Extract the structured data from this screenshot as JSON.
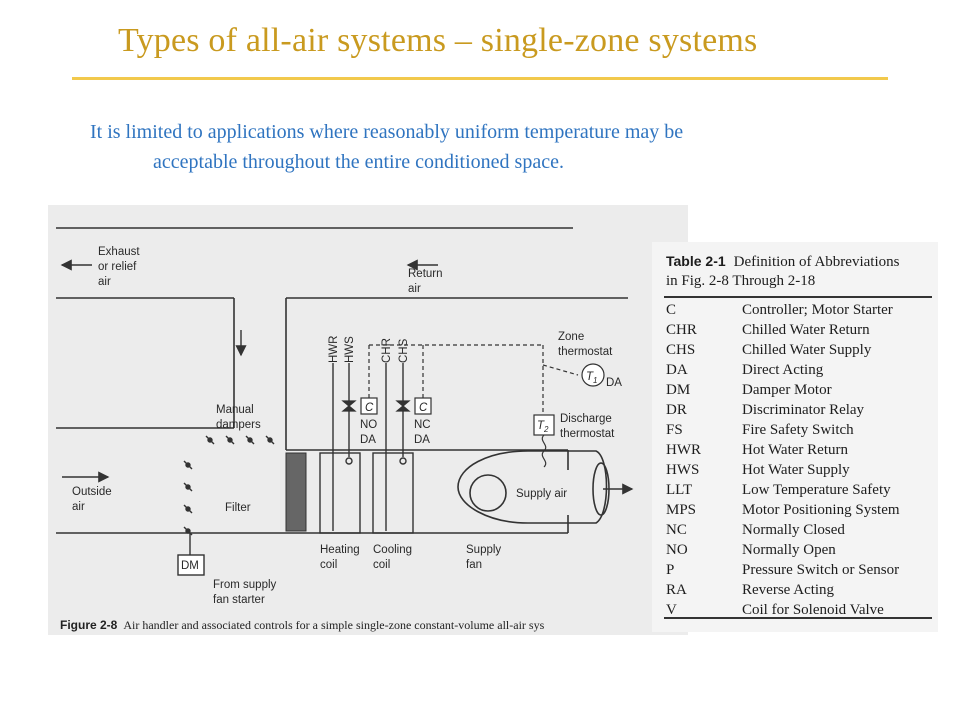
{
  "slide": {
    "title": "Types of all-air systems – single-zone systems",
    "intro_line1": "It is limited to applications where reasonably uniform temperature may be",
    "intro_line2": "acceptable throughout the entire conditioned space."
  },
  "figure": {
    "labels": {
      "exhaust": "Exhaust",
      "or_relief": "or relief",
      "air_exhaust": "air",
      "return": "Return",
      "air_return": "air",
      "manual": "Manual",
      "dampers": "dampers",
      "outside": "Outside",
      "air_outside": "air",
      "filter": "Filter",
      "hwr": "HWR",
      "hws": "HWS",
      "chr": "CHR",
      "chs": "CHS",
      "c1": "C",
      "c2": "C",
      "no": "NO",
      "da1": "DA",
      "nc": "NC",
      "da2": "DA",
      "zone": "Zone",
      "thermostat1": "thermostat",
      "t1": "T",
      "t1_sub": "1",
      "da_t1": "DA",
      "t2": "T",
      "t2_sub": "2",
      "discharge": "Discharge",
      "thermostat2": "thermostat",
      "supply_air": "Supply air",
      "heating": "Heating",
      "coil1": "coil",
      "cooling": "Cooling",
      "coil2": "coil",
      "supply": "Supply",
      "fan": "fan",
      "dm": "DM",
      "from_supply": "From supply",
      "fan_starter": "fan starter"
    },
    "caption_num": "Figure 2-8",
    "caption_text": "Air handler and associated controls for a simple single-zone constant-volume all-air sys"
  },
  "table": {
    "number": "Table 2-1",
    "title": "Definition of Abbreviations",
    "title_cont": "in Fig. 2-8 Through 2-18",
    "rows": [
      {
        "abbr": "C",
        "def": "Controller; Motor Starter"
      },
      {
        "abbr": "CHR",
        "def": "Chilled Water Return"
      },
      {
        "abbr": "CHS",
        "def": "Chilled Water Supply"
      },
      {
        "abbr": "DA",
        "def": "Direct Acting"
      },
      {
        "abbr": "DM",
        "def": "Damper Motor"
      },
      {
        "abbr": "DR",
        "def": "Discriminator Relay"
      },
      {
        "abbr": "FS",
        "def": "Fire Safety Switch"
      },
      {
        "abbr": "HWR",
        "def": "Hot Water Return"
      },
      {
        "abbr": "HWS",
        "def": "Hot Water Supply"
      },
      {
        "abbr": "LLT",
        "def": "Low Temperature Safety"
      },
      {
        "abbr": "MPS",
        "def": "Motor Positioning System"
      },
      {
        "abbr": "NC",
        "def": "Normally Closed"
      },
      {
        "abbr": "NO",
        "def": "Normally Open"
      },
      {
        "abbr": "P",
        "def": "Pressure Switch or Sensor"
      },
      {
        "abbr": "RA",
        "def": "Reverse Acting"
      },
      {
        "abbr": "V",
        "def": "Coil for Solenoid Valve"
      }
    ]
  }
}
